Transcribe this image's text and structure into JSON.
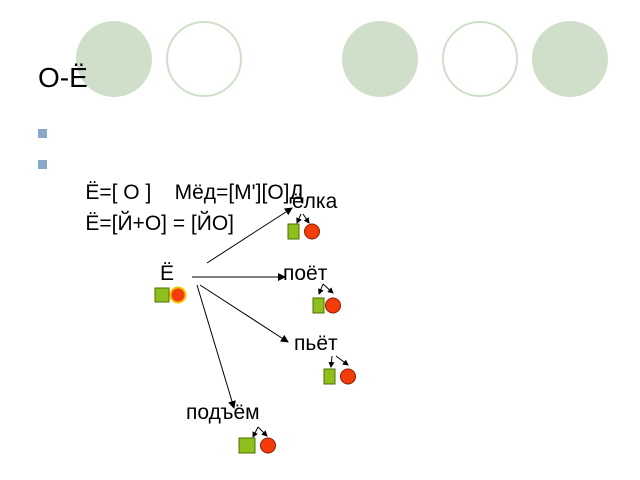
{
  "slide": {
    "title": "О-Ё",
    "bullets": [
      "Ё=[ О ]    Мёд=[М'][О]Д",
      "Ё=[Й+О] = [ЙО]"
    ]
  },
  "diagram": {
    "source": "Ё",
    "words": [
      "ёлка",
      "поёт",
      "пьёт",
      "подъём"
    ]
  },
  "colors": {
    "accent_circle": "#cfdfc9",
    "bullet": "#8aa8c8",
    "square_fill": "#8fbf1c",
    "circle_fill": "#f23c0a",
    "circle_border_yellow": "#f5c400"
  }
}
